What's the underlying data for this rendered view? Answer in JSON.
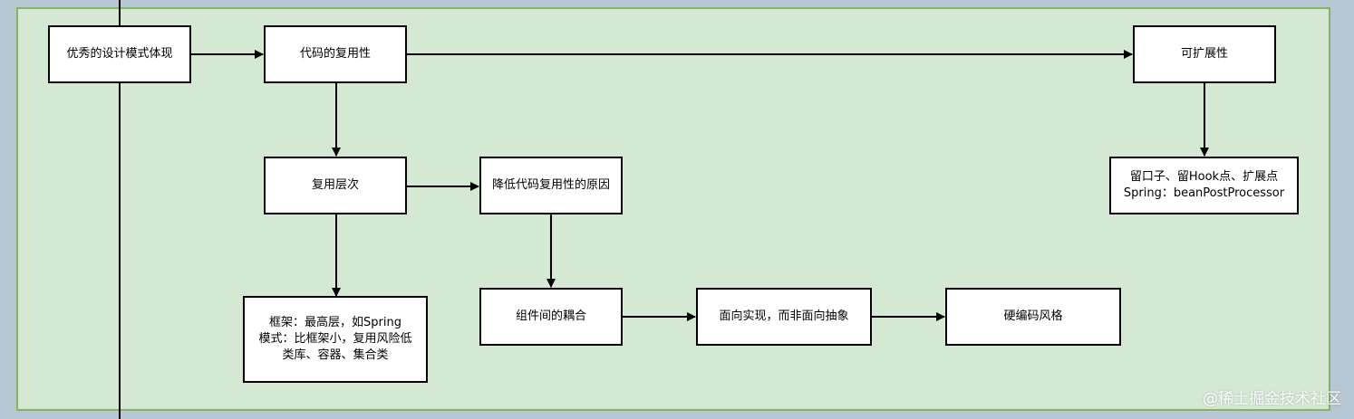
{
  "diagram": {
    "nodes": {
      "good_design": "优秀的设计模式体现",
      "code_reuse": "代码的复用性",
      "extensibility": "可扩展性",
      "reuse_levels": "复用层次",
      "reduce_reuse_reasons": "降低代码复用性的原因",
      "hooks": "留口子、留Hook点、扩展点\nSpring：beanPostProcessor",
      "framework_levels": "框架：最高层，如Spring\n模式：比框架小，复用风险低\n类库、容器、集合类",
      "component_coupling": "组件间的耦合",
      "impl_not_abstraction": "面向实现，而非面向抽象",
      "hard_coding": "硬编码风格"
    },
    "edges": [
      [
        "good_design",
        "code_reuse"
      ],
      [
        "code_reuse",
        "extensibility"
      ],
      [
        "code_reuse",
        "reuse_levels"
      ],
      [
        "reuse_levels",
        "reduce_reuse_reasons"
      ],
      [
        "reuse_levels",
        "framework_levels"
      ],
      [
        "reduce_reuse_reasons",
        "component_coupling"
      ],
      [
        "component_coupling",
        "impl_not_abstraction"
      ],
      [
        "impl_not_abstraction",
        "hard_coding"
      ],
      [
        "extensibility",
        "hooks"
      ]
    ]
  },
  "watermark": "@稀土掘金技术社区",
  "colors": {
    "panel_fill": "#d5e8d4",
    "panel_border": "#82b366",
    "background": "#b7c7d3"
  }
}
